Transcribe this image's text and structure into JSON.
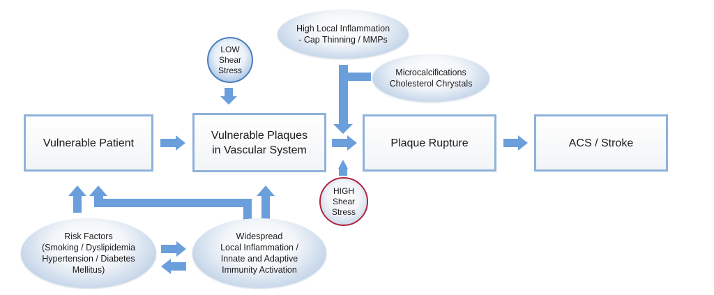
{
  "boxes": {
    "vulnerable_patient": "Vulnerable Patient",
    "vulnerable_plaques": "Vulnerable Plaques\nin Vascular System",
    "plaque_rupture": "Plaque Rupture",
    "acs_stroke": "ACS / Stroke"
  },
  "ellipses": {
    "high_local_inflammation": "High Local Inflammation\n- Cap Thinning / MMPs",
    "microcalcifications": "Microcalcifications\nCholesterol Chrystals",
    "risk_factors": "Risk Factors\n(Smoking / Dyslipidemia\nHypertension / Diabetes\nMellitus)",
    "widespread_inflammation": "Widespread\nLocal Inflammation /\nInnate and Adaptive\nImmunity Activation"
  },
  "circles": {
    "low_shear": "LOW\nShear\nStress",
    "high_shear": "HIGH\nShear\nStress"
  },
  "colors": {
    "arrow": "#6b9fdc",
    "box_border": "#8fb2da",
    "high_shear_border": "#b2223b",
    "low_shear_border": "#4d7fbf"
  }
}
